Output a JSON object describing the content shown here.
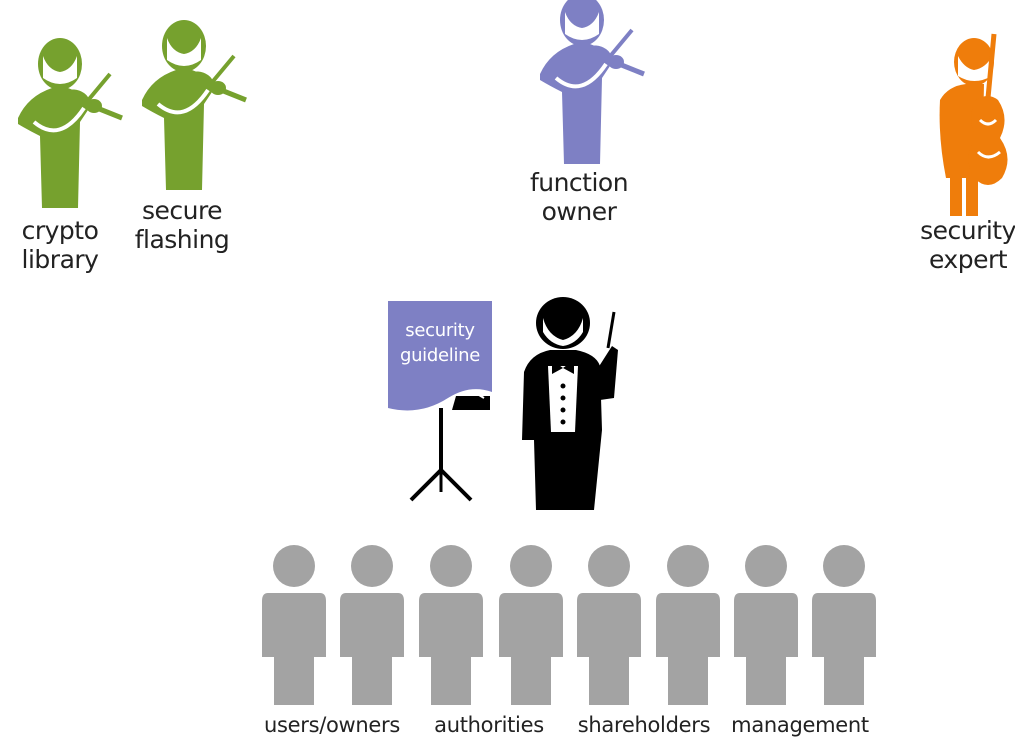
{
  "colors": {
    "green": "#76a12e",
    "purple": "#7e80c4",
    "orange": "#ef7d0b",
    "black": "#000000",
    "gray": "#a3a3a3"
  },
  "musicians": [
    {
      "icon": "violinist-icon",
      "color": "green",
      "label_lines": [
        "crypto",
        "library"
      ]
    },
    {
      "icon": "violinist-icon",
      "color": "green",
      "label_lines": [
        "secure",
        "flashing"
      ]
    },
    {
      "icon": "violinist-icon",
      "color": "purple",
      "label_lines": [
        "function",
        "owner"
      ]
    },
    {
      "icon": "cellist-icon",
      "color": "orange",
      "label_lines": [
        "security",
        "expert"
      ]
    }
  ],
  "conductor": {
    "icon": "conductor-icon",
    "sheet_icon": "music-stand-icon",
    "sheet_lines": [
      "security",
      "guideline"
    ]
  },
  "audience": {
    "icon": "person-icon",
    "person_count": 8,
    "labels": [
      "users/owners",
      "authorities",
      "shareholders",
      "management"
    ]
  }
}
